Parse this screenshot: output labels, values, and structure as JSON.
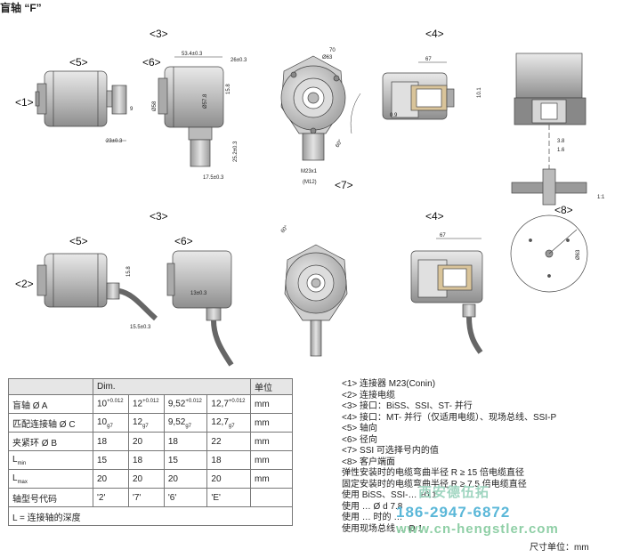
{
  "title": "盲轴 “F”",
  "tags": {
    "t1_top": "<1>",
    "t5_top": "<5>",
    "t3_top": "<3>",
    "t6_top": "<6>",
    "t4_top": "<4>",
    "t7_top": "<7>",
    "t3_bottom": "<3>",
    "t4_bottom": "<4>",
    "t8": "<8>",
    "t5_bottom": "<5>",
    "t6_bottom": "<6>",
    "t2": "<2>"
  },
  "dims": {
    "d53": "53.4±0.3",
    "d26": "26±0.3",
    "d158": "15.8",
    "d58": "Ø58",
    "d57": "Ø57.8",
    "d252": "25.2±0.3",
    "d175": "17.5±0.3",
    "d23": "23±0.3",
    "d9": "9",
    "d70": "70",
    "d63": "Ø63",
    "d63b": "Ø63",
    "d60": "60°",
    "dM23": "M23x1",
    "dM12": "(M12)",
    "d67": "67",
    "d67b": "67",
    "d101": "10.1",
    "d09": "0.9",
    "d38": "3.8",
    "d16": "1.6",
    "d13": "13±0.3",
    "d155": "15.5±0.3",
    "d60b": "60°",
    "d12": "1:1"
  },
  "table": {
    "header": [
      "",
      "Dim.",
      "",
      "",
      "",
      "单位"
    ],
    "rows": [
      {
        "label": "盲轴 Ø A",
        "vals": [
          "10",
          "12",
          "9,52",
          "12,7"
        ],
        "sup": "+0.012",
        "unit": "mm"
      },
      {
        "label": "匹配连接轴 Ø C",
        "vals": [
          "10",
          "12",
          "9,52",
          "12,7"
        ],
        "sub": "g7",
        "unit": "mm"
      },
      {
        "label": "夹紧环 Ø B",
        "vals": [
          "18",
          "20",
          "18",
          "22"
        ],
        "unit": "mm"
      },
      {
        "label": "L",
        "labelsub": "min",
        "vals": [
          "15",
          "18",
          "15",
          "18"
        ],
        "unit": "mm"
      },
      {
        "label": "L",
        "labelsub": "max",
        "vals": [
          "20",
          "20",
          "20",
          "20"
        ],
        "unit": "mm"
      },
      {
        "label": "轴型号代码",
        "vals": [
          "'2'",
          "'7'",
          "'6'",
          "'E'"
        ],
        "unit": ""
      }
    ],
    "footnote": "L = 连接轴的深度"
  },
  "notes": [
    "<1> 连接器 M23(Conin)",
    "<2> 连接电缆",
    "<3> 接口：BiSS、SSI、ST- 并行",
    "<4> 接口：MT- 并行（仅适用电缆）、现场总线、SSI-P",
    "<5> 轴向",
    "<6> 径向",
    "<7> SSI 可选择号内的值",
    "<8> 客户端面",
    "弹性安装时的电缆弯曲半径 R ≥ 15 倍电缆直径",
    "固定安装时的电缆弯曲半径 R ≥ 7.5 倍电缆直径",
    "使用 BiSS、SSI-… ±0.1",
    "使用 … Ø d  7.8",
    "使用 … 时的 …",
    "使用现场总线 … D  1"
  ],
  "unit_note": "尺寸单位：mm",
  "watermark": {
    "line1": "西安德伍拓",
    "line2": "186-2947-6872",
    "line3": "www.cn-hengstler.com"
  }
}
